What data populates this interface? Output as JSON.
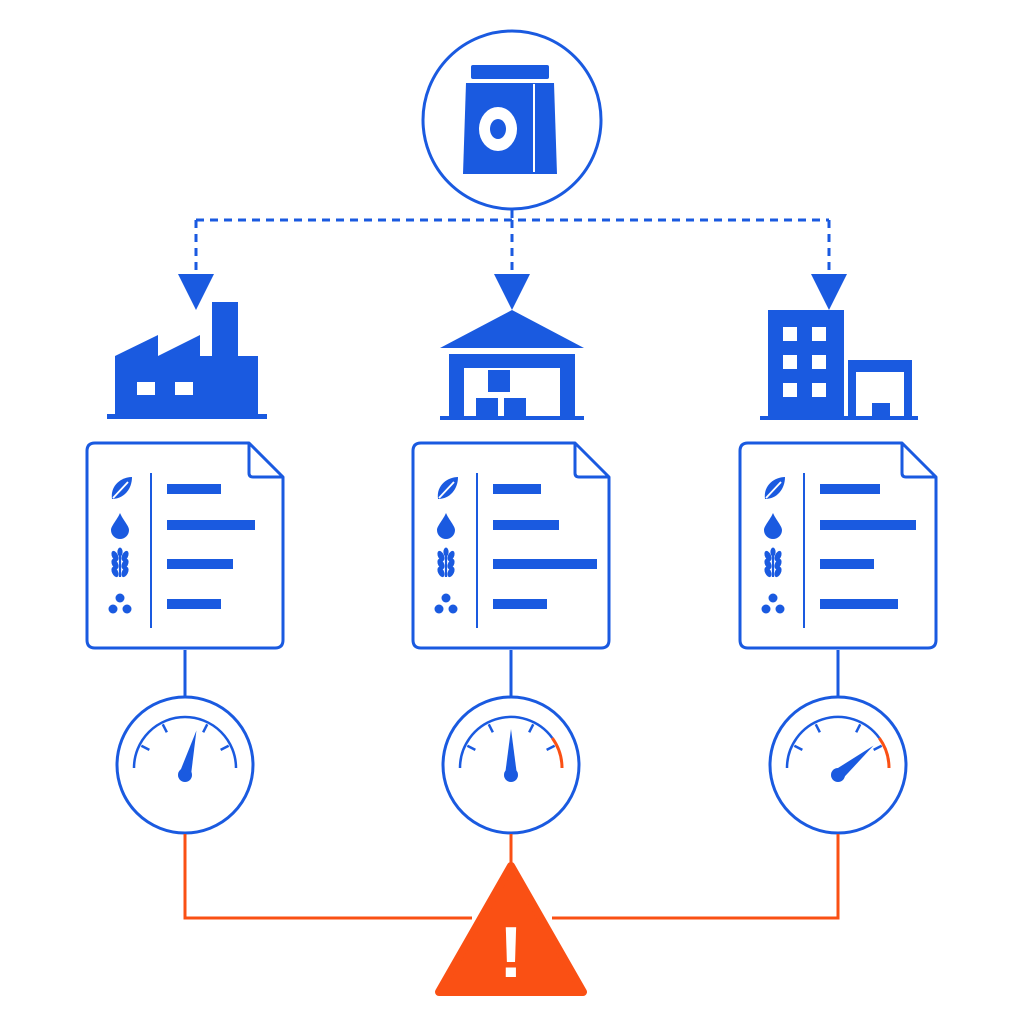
{
  "colors": {
    "primary": "#1a5ae0",
    "alert": "#fa5014",
    "background": "#ffffff"
  },
  "source": {
    "icon": "fertilizer-bag-icon"
  },
  "sites": [
    {
      "id": "factory",
      "icon": "factory-icon",
      "document": {
        "icon": "nutrient-spec-sheet-icon",
        "rows": [
          {
            "icon": "leaf-icon",
            "level": 0.45
          },
          {
            "icon": "water-drop-icon",
            "level": 0.73
          },
          {
            "icon": "wheat-icon",
            "level": 0.55
          },
          {
            "icon": "granules-icon",
            "level": 0.45
          }
        ]
      },
      "gauge": {
        "icon": "gauge-icon",
        "level": 0.58,
        "warning_zone": false
      }
    },
    {
      "id": "warehouse",
      "icon": "warehouse-icon",
      "document": {
        "icon": "nutrient-spec-sheet-icon",
        "rows": [
          {
            "icon": "leaf-icon",
            "level": 0.4
          },
          {
            "icon": "water-drop-icon",
            "level": 0.55
          },
          {
            "icon": "wheat-icon",
            "level": 0.87
          },
          {
            "icon": "granules-icon",
            "level": 0.45
          }
        ]
      },
      "gauge": {
        "icon": "gauge-icon",
        "level": 0.5,
        "warning_zone": true
      }
    },
    {
      "id": "retail-store",
      "icon": "store-building-icon",
      "document": {
        "icon": "nutrient-spec-sheet-icon",
        "rows": [
          {
            "icon": "leaf-icon",
            "level": 0.5
          },
          {
            "icon": "water-drop-icon",
            "level": 0.8
          },
          {
            "icon": "wheat-icon",
            "level": 0.45
          },
          {
            "icon": "granules-icon",
            "level": 0.65
          }
        ]
      },
      "gauge": {
        "icon": "gauge-icon",
        "level": 0.78,
        "warning_zone": true
      }
    }
  ],
  "alert": {
    "icon": "warning-triangle-icon",
    "symbol": "!"
  }
}
